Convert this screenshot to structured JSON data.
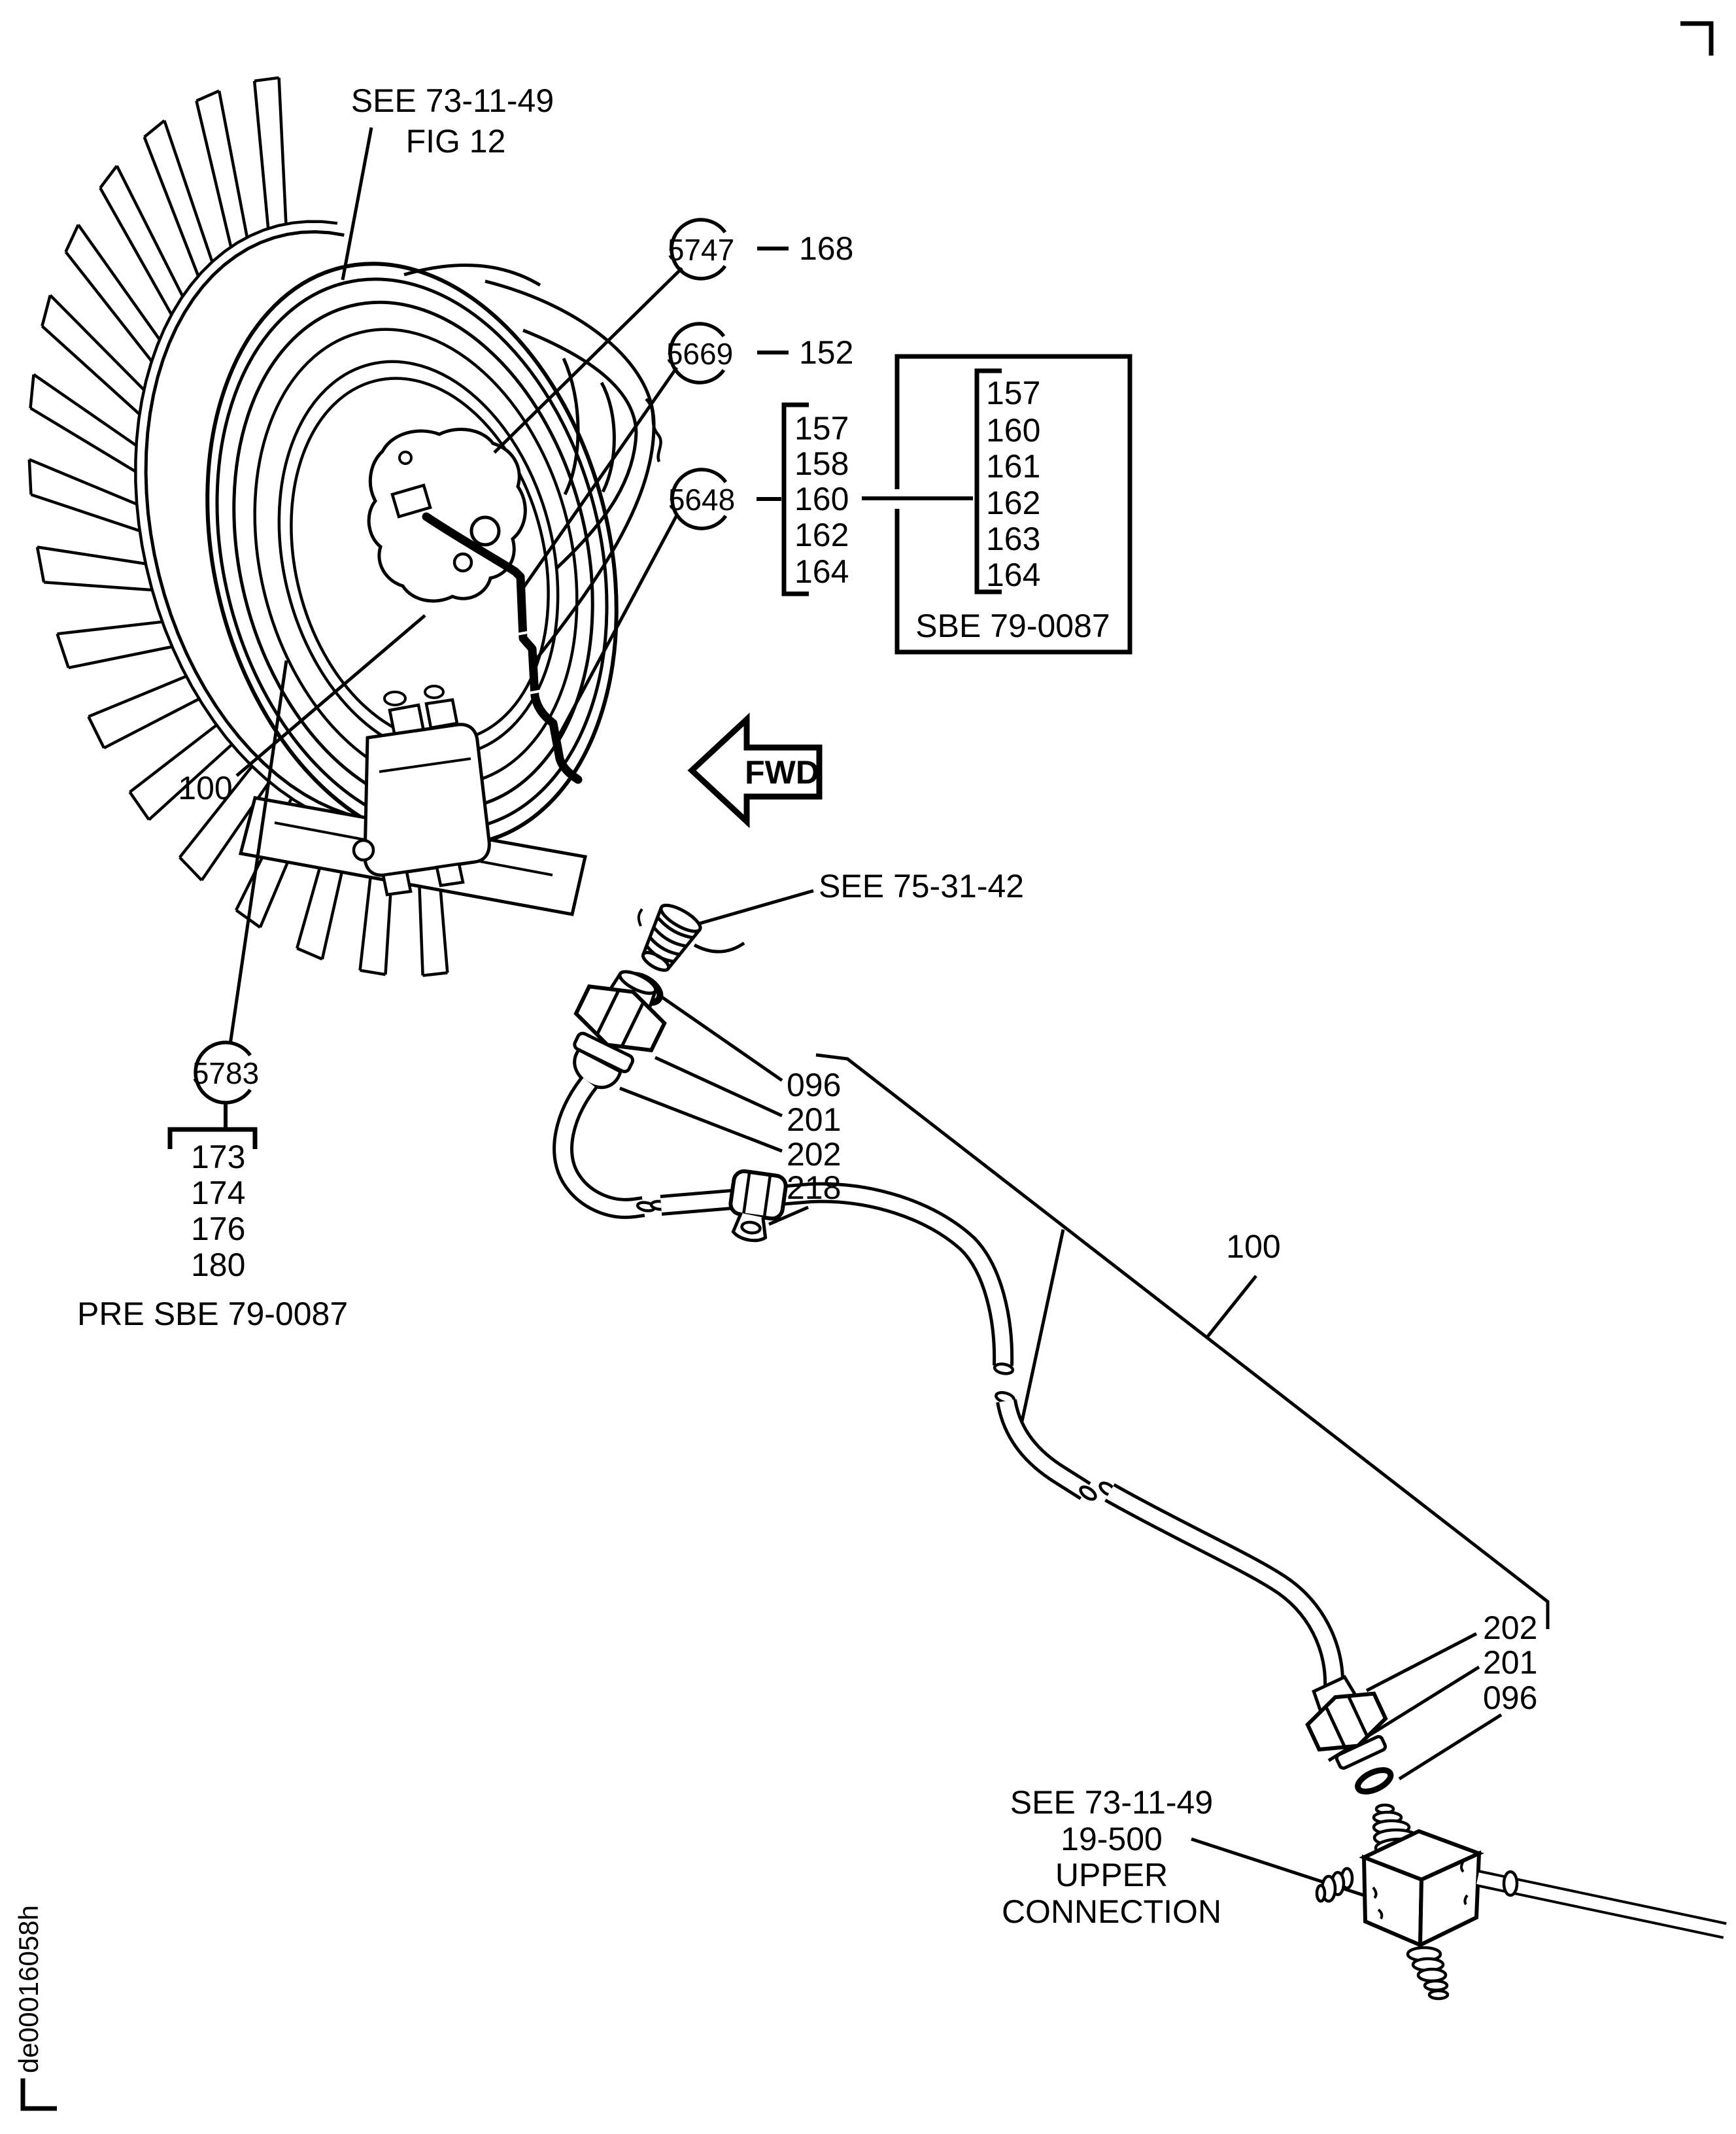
{
  "figure_references": {
    "fan_module": {
      "line1": "SEE 73-11-49",
      "line2": "FIG 12"
    },
    "drain_plug": "SEE 75-31-42",
    "upper_connection": {
      "line1": "SEE 73-11-49",
      "line2": "19-500",
      "line3": "UPPER",
      "line4": "CONNECTION"
    }
  },
  "direction_arrow": {
    "label": "FWD"
  },
  "callouts": {
    "c5747": {
      "number": "5747",
      "item": "168"
    },
    "c5669": {
      "number": "5669",
      "item": "152"
    },
    "c5648": {
      "number": "5648",
      "items": [
        "157",
        "158",
        "160",
        "162",
        "164"
      ]
    },
    "c5783": {
      "number": "5783",
      "items": [
        "173",
        "174",
        "176",
        "180"
      ],
      "effectivity": "PRE SBE 79-0087"
    }
  },
  "sbe_box": {
    "items": [
      "157",
      "160",
      "161",
      "162",
      "163",
      "164"
    ],
    "effectivity": "SBE 79-0087"
  },
  "item_labels": {
    "tube_fan": "100",
    "tube_main": "100",
    "upper_group": {
      "oring": "096",
      "nut": "201",
      "union": "202",
      "clamp": "218"
    },
    "lower_group": {
      "union": "202",
      "nut": "201",
      "oring": "096"
    }
  },
  "doc_id": "de00016058h"
}
